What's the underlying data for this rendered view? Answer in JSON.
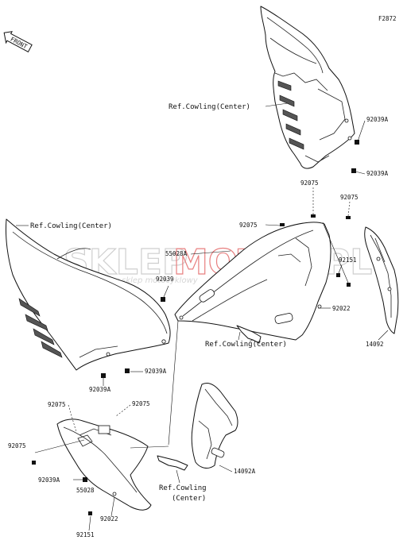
{
  "figure_code": "F2872",
  "front_marker": "FRONT",
  "watermark": {
    "brand_a": "SKLEP",
    "brand_b": "MOTO",
    "brand_c": "46.PL",
    "tagline": "internetowy sklep motocyklowy",
    "color_a": "#cfcfcf",
    "color_b": "#e88080"
  },
  "labels": {
    "ref_cowling_center_1": "Ref.Cowling(Center)",
    "ref_cowling_center_2": "Ref.Cowling(Center)",
    "ref_cowling_center_3": "Ref.Cowling(Center)",
    "ref_cowling_4_line1": "Ref.Cowling",
    "ref_cowling_4_line2": "(Center)",
    "p92039a_1": "92039A",
    "p92039a_2": "92039A",
    "p92039a_3": "92039A",
    "p92039a_4": "92039A",
    "p92039a_5": "92039A",
    "p92075_1": "92075",
    "p92075_2": "92075",
    "p92075_3": "92075",
    "p92075_4": "92075",
    "p92075_5": "92075",
    "p92075_6": "92075",
    "p55028a": "55028A",
    "p92039": "92039",
    "p92151_1": "92151",
    "p92151_2": "92151",
    "p92022_1": "92022",
    "p92022_2": "92022",
    "p14092": "14092",
    "p14092a": "14092A",
    "p55028": "55028"
  }
}
